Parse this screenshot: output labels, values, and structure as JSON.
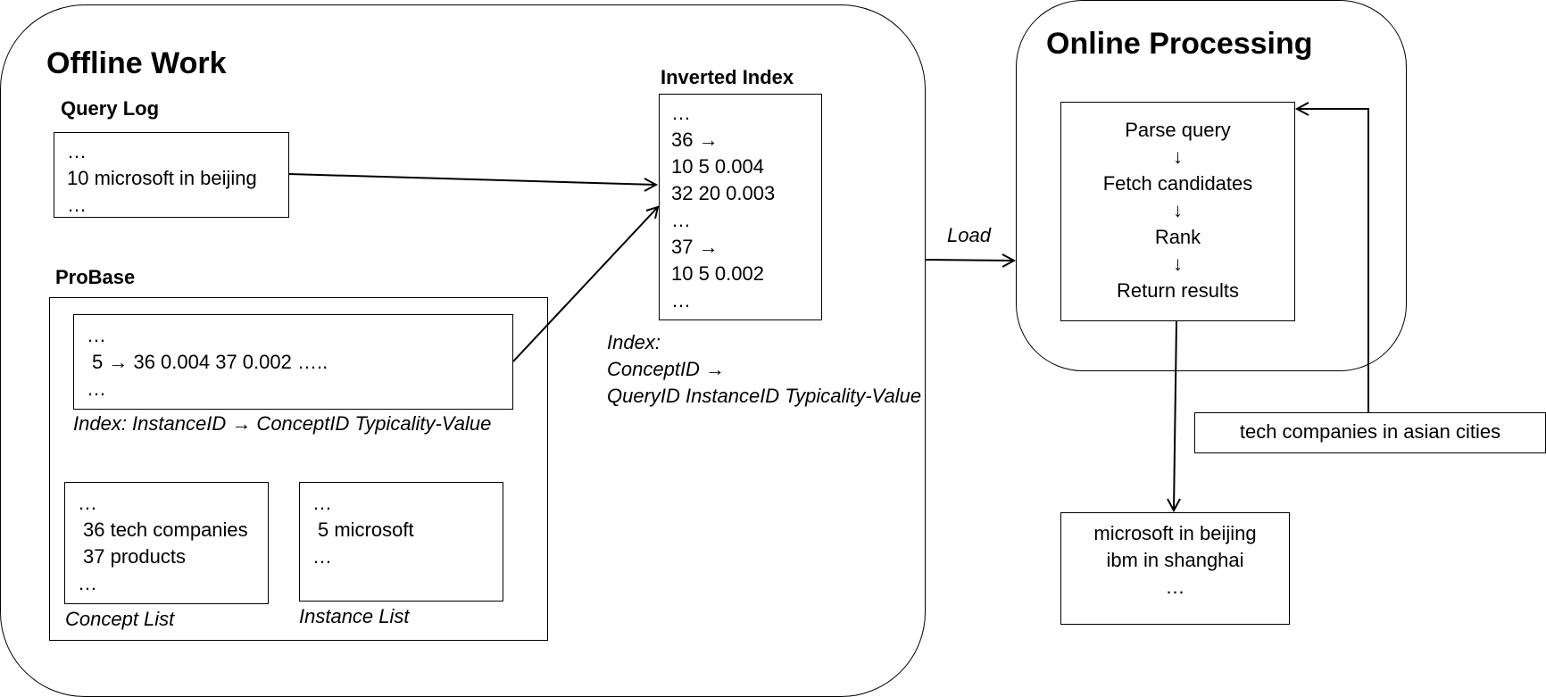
{
  "offline": {
    "title": "Offline Work",
    "query_log": {
      "title": "Query Log",
      "lines": [
        "…",
        "10 microsoft in beijing",
        "…"
      ]
    },
    "probase": {
      "title": "ProBase",
      "index_box": {
        "lines": [
          "…",
          "5 → 36 0.004 37 0.002 …..",
          "…"
        ],
        "caption": "Index: InstanceID → ConceptID Typicality-Value"
      },
      "concept_list": {
        "lines": [
          "…",
          "36 tech companies",
          "37 products",
          "…"
        ],
        "caption": "Concept List"
      },
      "instance_list": {
        "lines": [
          "…",
          "5 microsoft",
          "…"
        ],
        "caption": "Instance List"
      }
    },
    "inverted_index": {
      "title": "Inverted Index",
      "lines": [
        "…",
        "36 →",
        "10 5 0.004",
        "32 20 0.003",
        "…",
        "37 →",
        "10 5 0.002",
        "…"
      ],
      "caption": [
        "Index:",
        "ConceptID →",
        "QueryID InstanceID Typicality-Value"
      ]
    }
  },
  "load_label": "Load",
  "online": {
    "title": "Online Processing",
    "steps": [
      "Parse query",
      "↓",
      "Fetch candidates",
      "↓",
      "Rank",
      "↓",
      "Return results"
    ]
  },
  "query_input": "tech companies in asian cities",
  "results": [
    "microsoft in beijing",
    "ibm in shanghai",
    "…"
  ]
}
